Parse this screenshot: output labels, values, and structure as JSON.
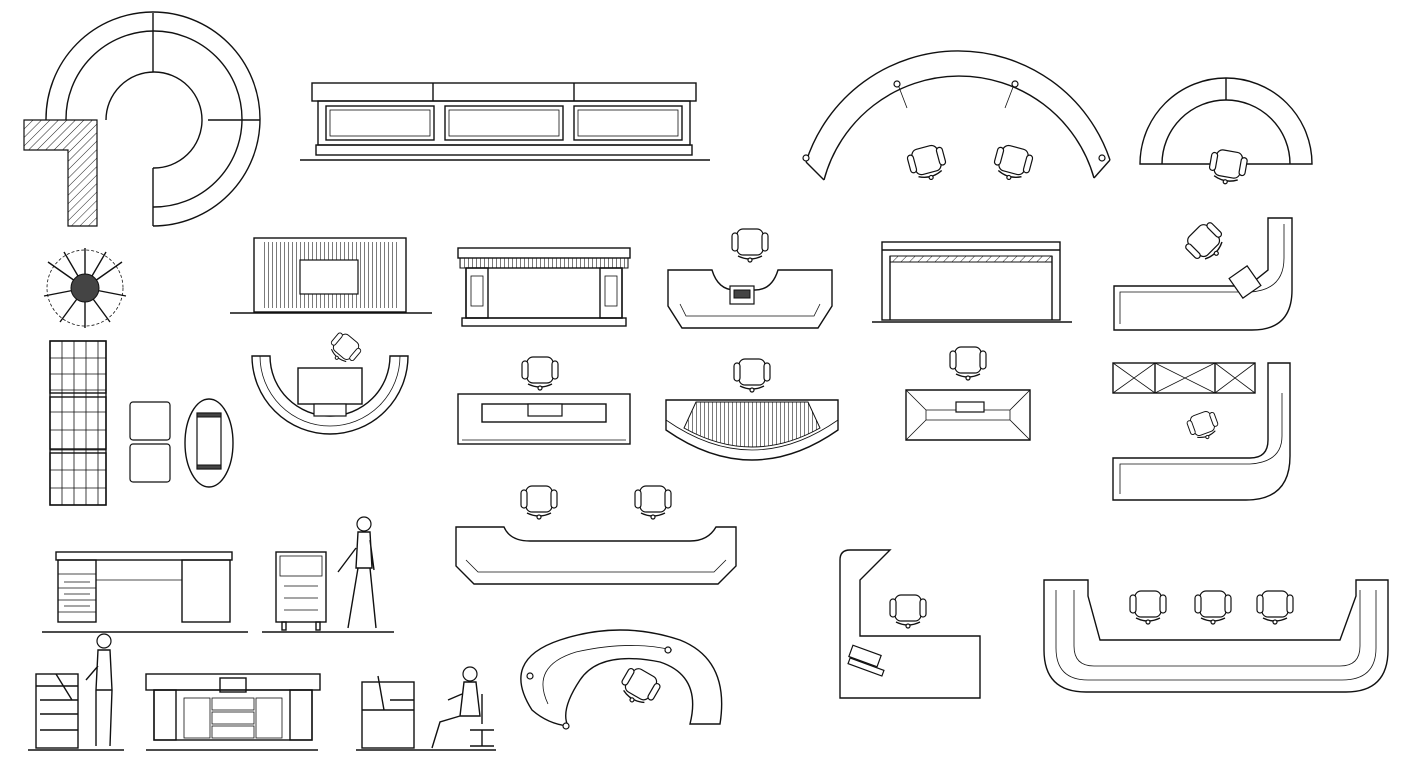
{
  "sheet": {
    "background": "#ffffff",
    "line_color": "#111111",
    "hatch_color": "#222222"
  },
  "blocks": [
    {
      "name": "curved-reception-counter-wall-plan",
      "kind": "plan"
    },
    {
      "name": "paneled-counter-elevation",
      "kind": "elevation"
    },
    {
      "name": "arc-counter-two-chairs-plan",
      "kind": "plan"
    },
    {
      "name": "semicircle-counter-chair-plan",
      "kind": "plan"
    },
    {
      "name": "potted-plant-plan",
      "kind": "plan"
    },
    {
      "name": "slatted-counter-elevation",
      "kind": "elevation"
    },
    {
      "name": "classic-desk-elevation",
      "kind": "elevation"
    },
    {
      "name": "angled-counter-chair-plan",
      "kind": "plan"
    },
    {
      "name": "hatched-counter-elevation",
      "kind": "elevation"
    },
    {
      "name": "l-counter-laptop-plan",
      "kind": "plan"
    },
    {
      "name": "sofa-set-plan",
      "kind": "plan"
    },
    {
      "name": "half-round-desk-plan",
      "kind": "plan"
    },
    {
      "name": "straight-desk-plan",
      "kind": "plan"
    },
    {
      "name": "curved-hatched-desk-plan",
      "kind": "plan"
    },
    {
      "name": "small-counter-plan",
      "kind": "plan"
    },
    {
      "name": "storage-l-counter-plan",
      "kind": "plan"
    },
    {
      "name": "double-chair-counter-plan",
      "kind": "plan"
    },
    {
      "name": "office-desk-elevation",
      "kind": "elevation"
    },
    {
      "name": "podium-woman-elevation",
      "kind": "elevation"
    },
    {
      "name": "workstation-plan",
      "kind": "plan"
    },
    {
      "name": "u-counter-three-chairs-plan",
      "kind": "plan"
    },
    {
      "name": "spiral-counter-plan",
      "kind": "plan"
    },
    {
      "name": "standing-desk-woman-elevation",
      "kind": "elevation"
    },
    {
      "name": "reception-cabinet-elevation",
      "kind": "elevation"
    },
    {
      "name": "seated-woman-desk-elevation",
      "kind": "elevation"
    }
  ]
}
